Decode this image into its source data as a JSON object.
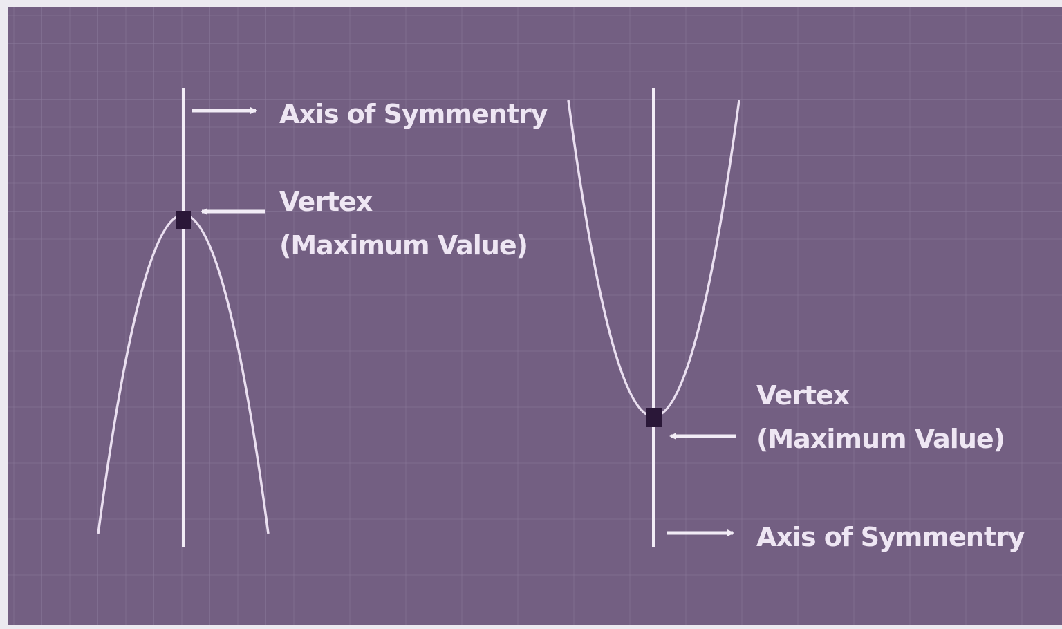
{
  "colors": {
    "page": "#eceaf0",
    "panel": "#735f82",
    "grid": "#8a799a",
    "curve": "#eadff0",
    "axis": "#f2ecf6",
    "text": "#eee6f3",
    "vertex": "#2a1738"
  },
  "left_parabola": {
    "axis_label": "Axis of Symmentry",
    "vertex_label_line1": "Vertex",
    "vertex_label_line2": "(Maximum Value)"
  },
  "right_parabola": {
    "axis_label": "Axis of Symmentry",
    "vertex_label_line1": "Vertex",
    "vertex_label_line2": "(Maximum Value)"
  }
}
